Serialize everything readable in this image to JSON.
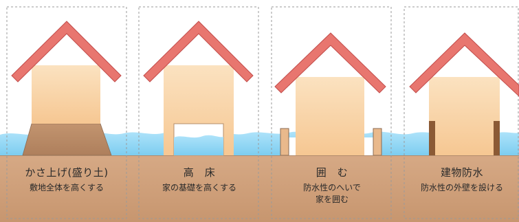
{
  "panels": [
    {
      "title": "かさ上げ(盛り土)",
      "subtitle": [
        "敷地全体を高くする"
      ]
    },
    {
      "title": "高　床",
      "subtitle": [
        "家の基礎を高くする"
      ]
    },
    {
      "title": "囲　む",
      "subtitle": [
        "防水性のへいで",
        "家を囲む"
      ]
    },
    {
      "title": "建物防水",
      "subtitle": [
        "防水性の外壁を設ける"
      ]
    }
  ],
  "colors": {
    "ground": "#cfa17d",
    "mound": "#b98b68",
    "wall": "#f9d5a8",
    "wall_shade": "#f2c38b",
    "roof": "#e8766f",
    "roof_edge": "#c24d4b",
    "water": "#9fdcf7",
    "water_dark": "#7ccbef",
    "post": "#8b5a35",
    "dashed": "#9a9a9a"
  }
}
